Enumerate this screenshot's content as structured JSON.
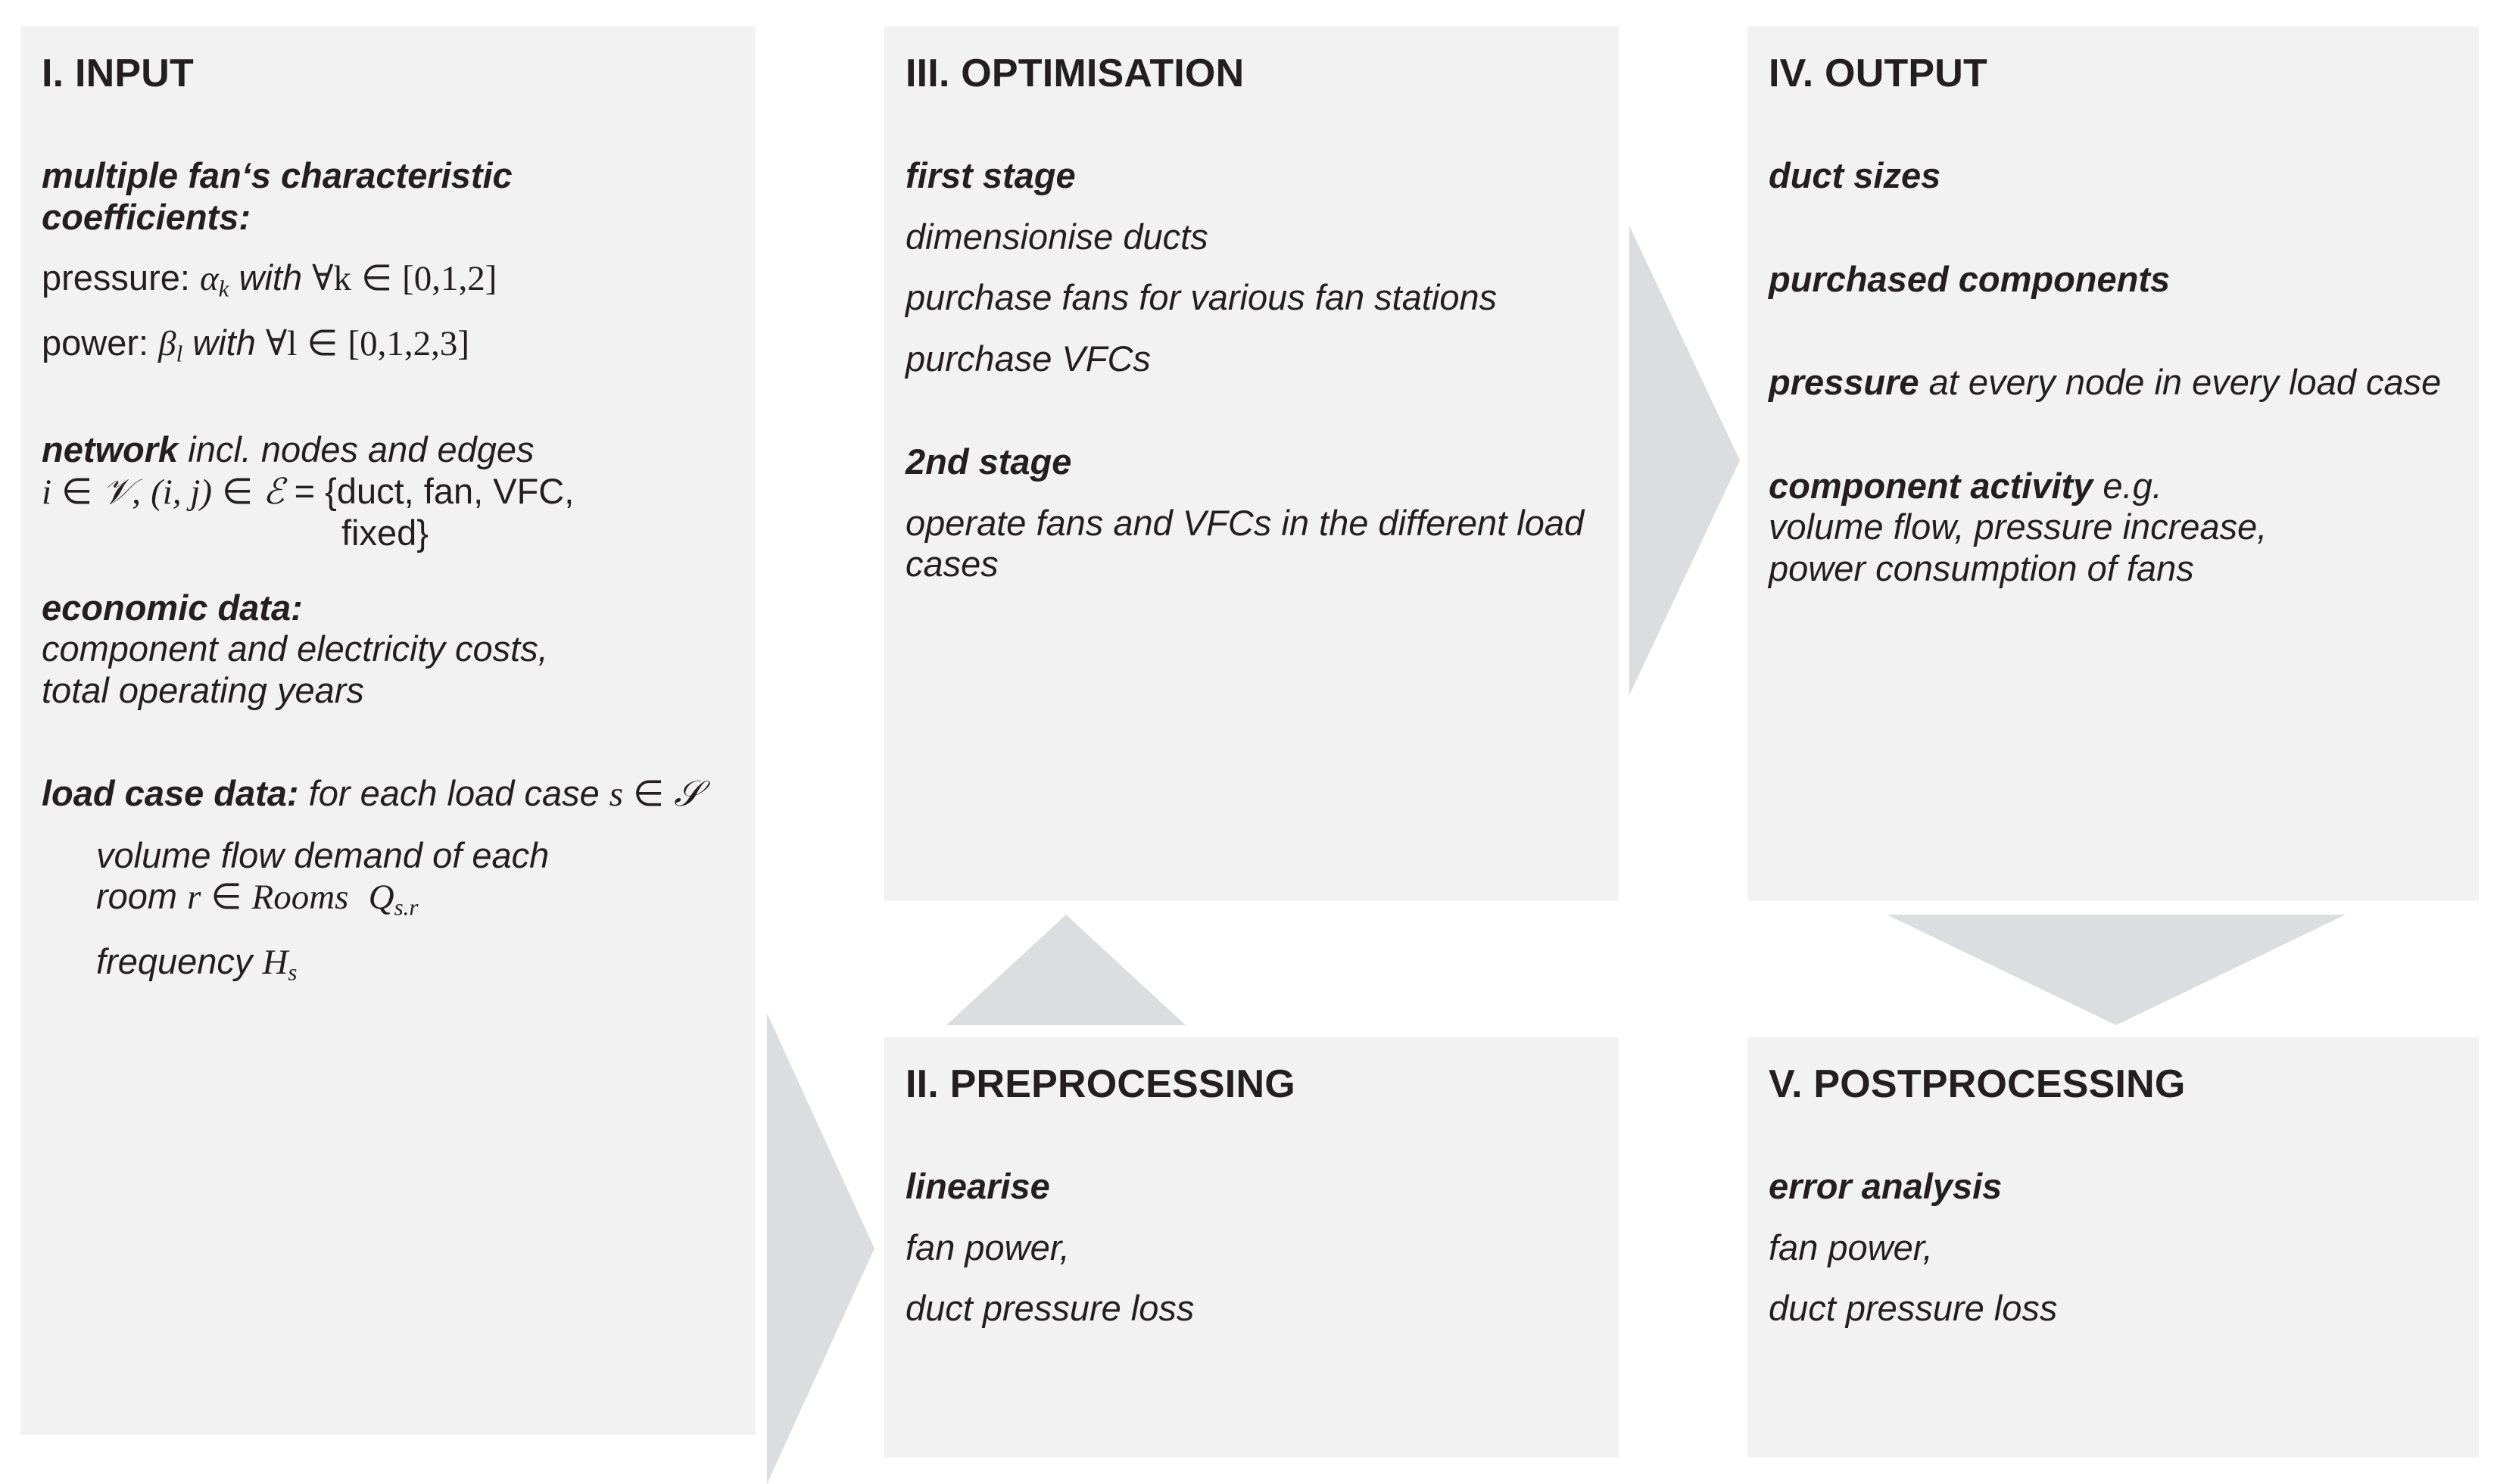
{
  "theme": {
    "box_fill": "#f2f2f2",
    "arrow_fill": "#dcdddf",
    "text_color": "#231f20",
    "page_background": "#ffffff"
  },
  "boxes": {
    "input": {
      "title": "I. INPUT",
      "blocks": {
        "fan_coefficients_heading": "multiple fan‘s characteristic coefficients:",
        "pressure_label": "pressure:",
        "pressure_symbol": "α",
        "pressure_sub": "k",
        "pressure_with": "with",
        "pressure_forall": "∀k",
        "pressure_in": "∈",
        "pressure_set": "[0,1,2]",
        "power_label": "power:",
        "power_symbol": "β",
        "power_sub": "l",
        "power_with": "with",
        "power_forall": "∀l",
        "power_in": "∈",
        "power_set": "[0,1,2,3]",
        "network_bold": "network",
        "network_rest": "incl. nodes and edges",
        "network_math_i": "i",
        "network_math_in1": "∈",
        "network_math_V": "𝒱",
        "network_math_comma": ",",
        "network_math_ij": "(i, j)",
        "network_math_in2": "∈",
        "network_math_E": "ℰ",
        "network_math_eq": "= {duct, fan, VFC,",
        "network_math_line2": "fixed}",
        "economic_heading": "economic data:",
        "economic_line1": "component and electricity costs,",
        "economic_line2": "total operating years",
        "loadcase_bold": "load case data:",
        "loadcase_rest": "for each load case",
        "loadcase_math_s": "s",
        "loadcase_math_in": "∈",
        "loadcase_math_S": "𝒮",
        "volume_line1": "volume flow demand of each",
        "volume_line2_pre": "room",
        "volume_math_r": "r",
        "volume_math_in": "∈",
        "volume_math_rooms": "Rooms",
        "volume_math_Q": "Q",
        "volume_math_Qsub": "s.r",
        "frequency_pre": "frequency",
        "frequency_math_H": "H",
        "frequency_math_Hsub": "s"
      }
    },
    "optimisation": {
      "title": "III. OPTIMISATION",
      "stage1_heading": "first stage",
      "stage1_items": [
        "dimensionise ducts",
        "purchase fans for various fan stations",
        "purchase VFCs"
      ],
      "stage2_heading": "2nd stage",
      "stage2_items": [
        "operate fans and VFCs in the different load cases"
      ]
    },
    "preprocessing": {
      "title": "II. PREPROCESSING",
      "heading": "linearise",
      "items": [
        "fan power,",
        "duct pressure loss"
      ]
    },
    "output": {
      "title": "IV. OUTPUT",
      "item1": "duct sizes",
      "item2": "purchased components",
      "item3_bold": "pressure",
      "item3_rest": "at every node in every load case",
      "item4_bold": "component activity",
      "item4_rest": "e.g.",
      "item4_line2": "volume flow, pressure increase,",
      "item4_line3": "power consumption of fans"
    },
    "postprocessing": {
      "title": "V. POSTPROCESSING",
      "heading": "error analysis",
      "items": [
        "fan power,",
        "duct pressure loss"
      ]
    }
  },
  "arrows": {
    "input_to_preprocessing": "arrow-right",
    "preprocessing_to_optimisation": "arrow-up",
    "optimisation_to_output": "arrow-right",
    "output_to_postprocessing": "arrow-down"
  }
}
